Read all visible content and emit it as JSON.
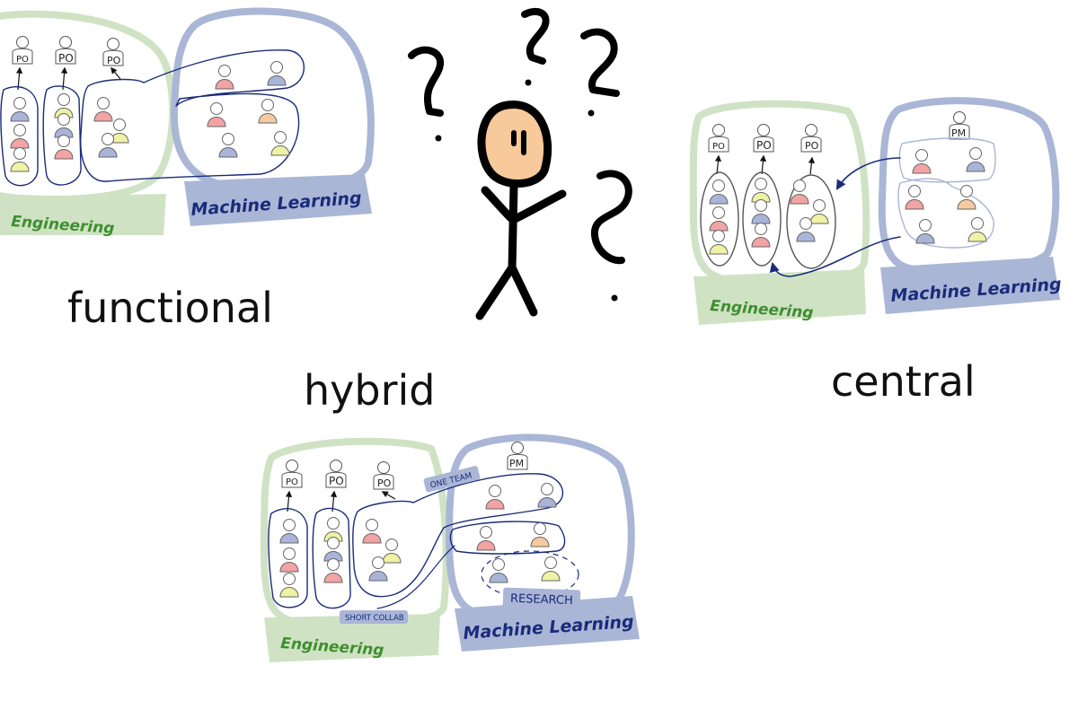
{
  "captions": {
    "functional": "functional",
    "hybrid": "hybrid",
    "central": "central"
  },
  "labels": {
    "engineering": "Engineering",
    "machine_learning": "Machine Learning",
    "product_owner": "PO",
    "product_manager": "PM",
    "one_team": "ONE TEAM",
    "short_collab": "SHORT COLLAB",
    "research": "RESEARCH"
  },
  "icons": {
    "question_marks": "question-mark-icon",
    "stick_figure": "confused-person-icon",
    "person": "person-icon"
  },
  "colors": {
    "engineering_bubble": "#cfe3c4",
    "ml_bubble": "#aab6d6",
    "team_outline": "#1a2b7a",
    "ml_label_text": "#1a2b7a",
    "engineering_label_text": "#3f8f2f",
    "person_red": "#f2a3a3",
    "person_blue": "#a9b4d8",
    "person_yellow": "#eef2a4",
    "person_orange": "#f6caa0",
    "face": "#f8c99a"
  }
}
